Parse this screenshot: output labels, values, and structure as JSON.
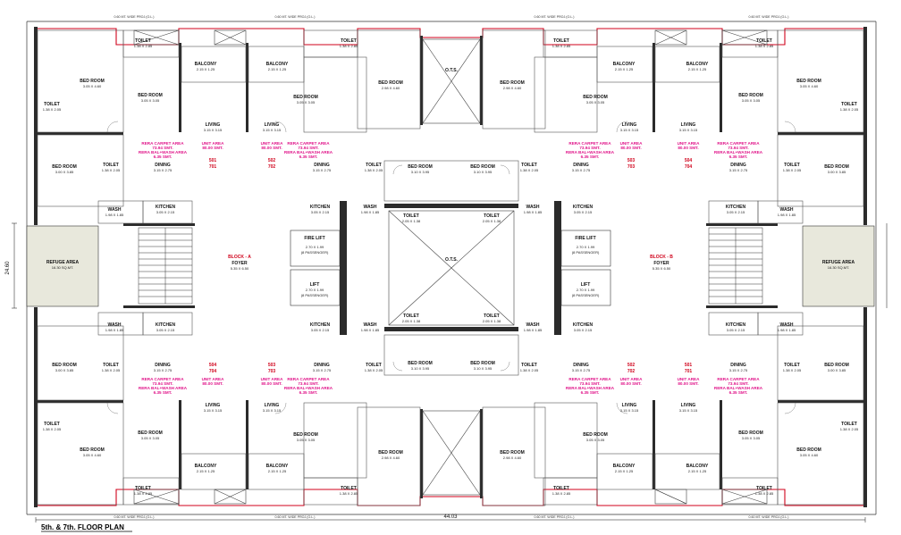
{
  "plan_title": "5th. & 7th. FLOOR PLAN",
  "overall_width": "44.03",
  "overall_height": "24.60",
  "road_note": "0.60 MT. WIDE PROJ.(O.L.)",
  "blocks": [
    {
      "name": "BLOCK - A",
      "foyer": "FOYER",
      "foyer_size": "5.35 X 6.50"
    },
    {
      "name": "BLOCK - B",
      "foyer": "FOYER",
      "foyer_size": "5.35 X 6.50"
    }
  ],
  "refuge": {
    "label": "REFUGE AREA",
    "size": "16.30 SQ.MT."
  },
  "ots": "O.T.S.",
  "fire_lift": {
    "label": "FIRE LIFT",
    "size": "2.70 X 1.99",
    "cap": "(8 PASSENGER)"
  },
  "lift": {
    "label": "LIFT",
    "size": "2.70 X 1.99",
    "cap": "(8 PASSENGER)"
  },
  "units": [
    {
      "no_a": "501",
      "no_b": "701",
      "area": "UNIT AREA",
      "area_val": "80.00 SMT.",
      "rera": "RERA CARPET AREA",
      "rera_val": "73.94 SMT.",
      "bal": "RERA BAL+WASH AREA",
      "bal_val": "6.35 SMT."
    },
    {
      "no_a": "502",
      "no_b": "702",
      "area": "UNIT AREA",
      "area_val": "80.00 SMT.",
      "rera": "RERA CARPET AREA",
      "rera_val": "73.94 SMT.",
      "bal": "RERA BAL+WASH AREA",
      "bal_val": "6.35 SMT."
    },
    {
      "no_a": "503",
      "no_b": "703",
      "area": "UNIT AREA",
      "area_val": "80.00 SMT.",
      "rera": "RERA CARPET AREA",
      "rera_val": "73.94 SMT.",
      "bal": "RERA BAL+WASH AREA",
      "bal_val": "6.35 SMT."
    },
    {
      "no_a": "504",
      "no_b": "704",
      "area": "UNIT AREA",
      "area_val": "80.00 SMT.",
      "rera": "RERA CARPET AREA",
      "rera_val": "73.94 SMT.",
      "bal": "RERA BAL+WASH AREA",
      "bal_val": "6.35 SMT."
    }
  ],
  "rooms": {
    "bed_a": "BED ROOM",
    "bed_a_size": "3.05 X 4.60",
    "bed_b": "BED ROOM",
    "bed_b_size": "3.05 X 3.05",
    "bed_c": "BED ROOM",
    "bed_c_size": "2.98 X 4.60",
    "bed_d": "BED ROOM",
    "bed_d_size": "3.00 X 3.85",
    "bed_e": "BED ROOM",
    "bed_e_size": "3.10 X 3.95",
    "toilet": "TOILET",
    "toilet_size": "1.38 X 2.85",
    "toilet2_size": "1.38 X 2.05",
    "toilet3_size": "2.05 X 1.38",
    "living": "LIVING",
    "living_size": "3.15 X 3.15",
    "dining": "DINING",
    "dining_size": "3.15 X 2.75",
    "kitchen": "KITCHEN",
    "kitchen_size": "3.05 X 2.15",
    "wash": "WASH",
    "wash_size": "1.98 X 1.85",
    "balcony": "BALCONY",
    "balcony_size": "2.15 X 1.25"
  }
}
